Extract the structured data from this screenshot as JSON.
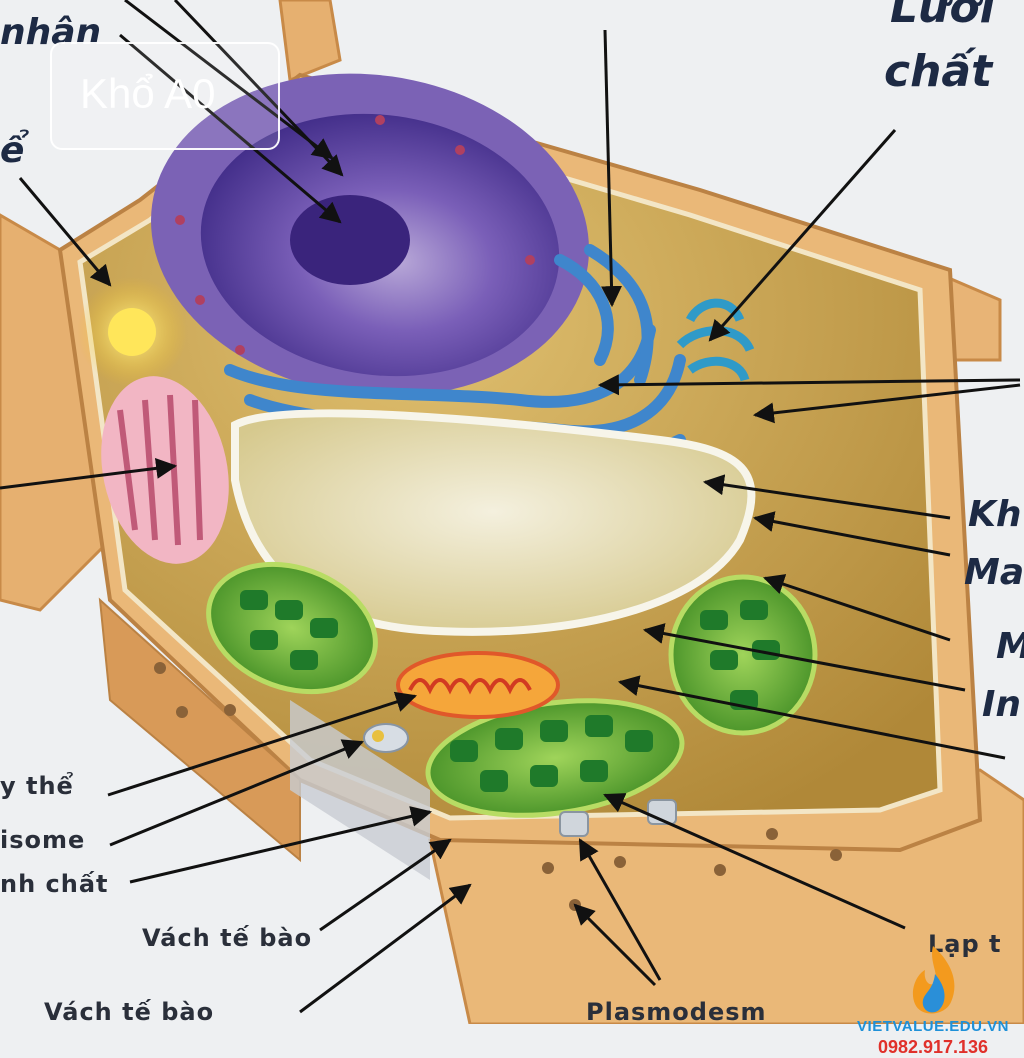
{
  "overlay_badge": "Khổ A0",
  "labels": {
    "top_left_partial": "nhân",
    "top_left_partial2": "ể",
    "top_right_partial1": "Lưới",
    "top_right_partial2": "chất",
    "right_1": "Kh",
    "right_2": "Ma",
    "right_3": "M",
    "right_4": "In",
    "left_1": "y thể",
    "left_2": "isome",
    "left_3": "nh chất",
    "cell_wall": "Vách tế bào",
    "cell_wall_2": "Vách tế bào",
    "plasmodesmata": "Plasmodesm",
    "bottom_right_partial": "Lạp t"
  },
  "brand": {
    "name": "VIETVALUE.EDU.VN",
    "phone": "0982.917.136"
  },
  "colors": {
    "background": "#eef0f2",
    "cell_wall": "#e2a45c",
    "cytoplasm": "#c9a24a",
    "nucleus": "#5b3fa0",
    "er": "#3b7fc4",
    "vacuole": "#e9e0b8",
    "chloroplast": "#4aa52e",
    "mitochondria": "#d9839a",
    "arrow": "#111111"
  }
}
